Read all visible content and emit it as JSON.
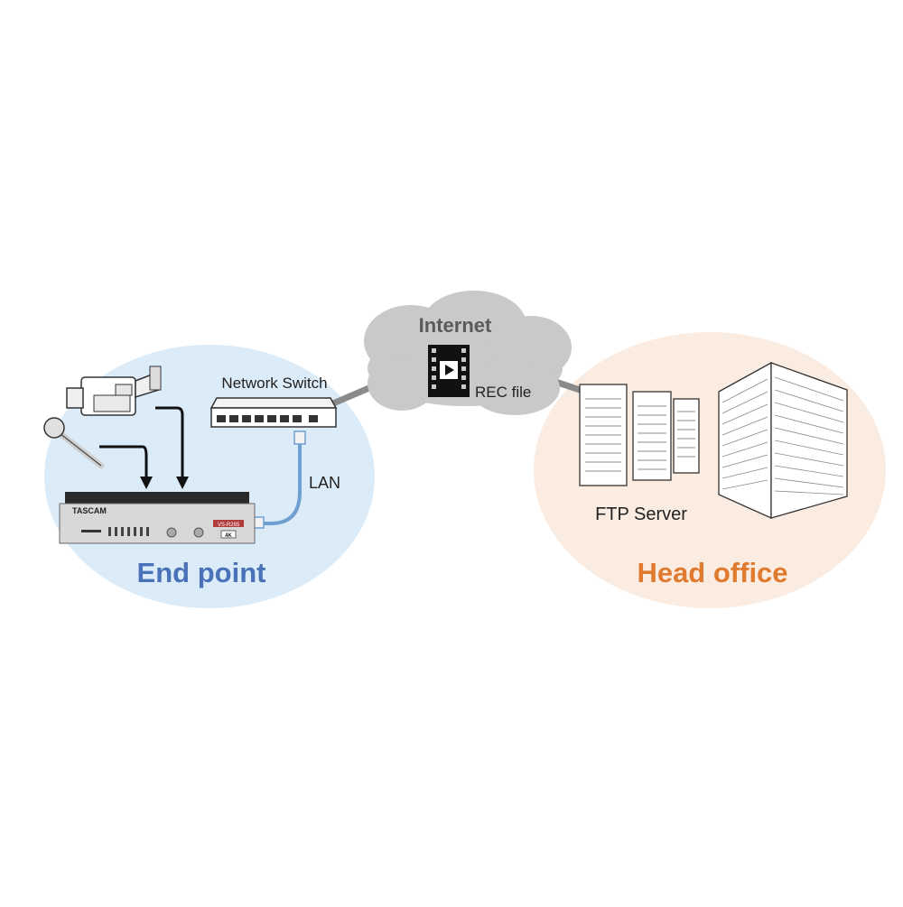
{
  "labels": {
    "internet": "Internet",
    "rec_file": "REC file",
    "network_switch": "Network Switch",
    "lan": "LAN",
    "ftp_server": "FTP Server",
    "end_point": "End point",
    "head_office": "Head office",
    "recorder_brand": "TASCAM",
    "recorder_model": "VS-R265",
    "recorder_badge": "4K"
  },
  "colors": {
    "end_point_zone": "#dcebf8",
    "head_office_zone": "#fbece2",
    "cloud": "#c9c9c9",
    "end_point_text": "#4a72b8",
    "head_office_text": "#e07a2e",
    "lan_cable": "#6f9fcf",
    "link_line": "#8a8a8a"
  },
  "icons": [
    "microphone-icon",
    "video-camera-icon",
    "network-switch-icon",
    "film-strip-icon",
    "play-icon",
    "server-rack-icon",
    "office-building-icon",
    "ethernet-plug-icon"
  ]
}
